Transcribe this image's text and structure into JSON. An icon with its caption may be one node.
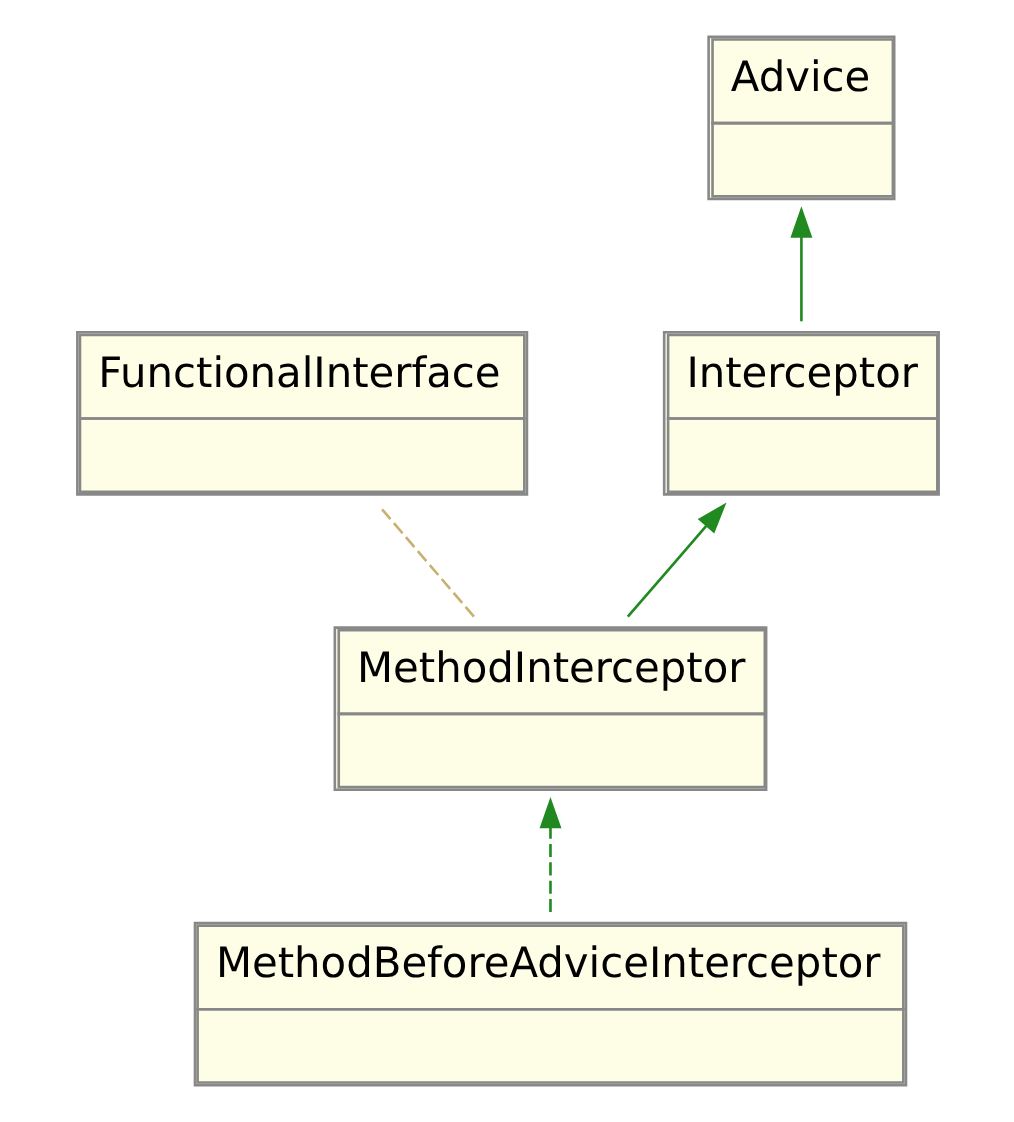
{
  "diagram": {
    "nodes": [
      {
        "text": [
          "Advice"
        ]
      },
      {
        "text": [
          "FunctionalInterface"
        ]
      },
      {
        "text": [
          "Interceptor"
        ]
      },
      {
        "text": [
          "MethodInterceptor"
        ]
      },
      {
        "text": [
          "MethodBeforeAdviceInterceptor"
        ]
      }
    ],
    "edges": [
      {
        "from": 2,
        "to": 0,
        "arrow": "to"
      },
      {
        "from": 3,
        "to": 1,
        "arrow": "none",
        "style": "dashed",
        "color": "#c8b070"
      },
      {
        "from": 3,
        "to": 2,
        "arrow": "to"
      },
      {
        "from": 4,
        "to": 3,
        "arrow": "to",
        "style": "dashed"
      }
    ]
  }
}
